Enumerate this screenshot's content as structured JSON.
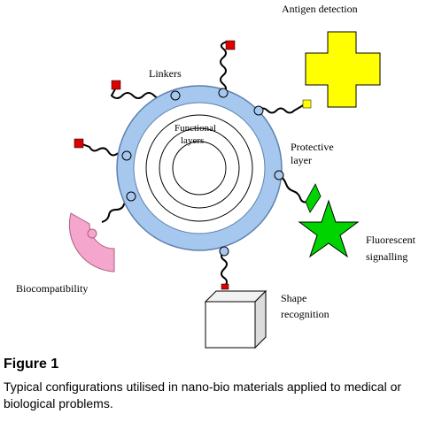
{
  "labels": {
    "antigen_detection": "Antigen detection",
    "linkers": "Linkers",
    "functional_layers_1": "Functional",
    "functional_layers_2": "layers",
    "protective_layer_1": "Protective",
    "protective_layer_2": "layer",
    "fluorescent_1": "Fluorescent",
    "fluorescent_2": "signalling",
    "biocompatibility": "Biocompatibility",
    "shape_1": "Shape",
    "shape_2": "recognition"
  },
  "figure": {
    "title": "Figure 1",
    "caption": "Typical configurations utilised in nano-bio materials applied to medical or biological problems."
  },
  "colors": {
    "shell": "#a6c8ee",
    "shell_stroke": "#5d7fb0",
    "linker_end": "#dd0000",
    "antigen": "#ffff00",
    "fluorescent": "#00d400",
    "biocompatibility": "#f4a6cc"
  }
}
